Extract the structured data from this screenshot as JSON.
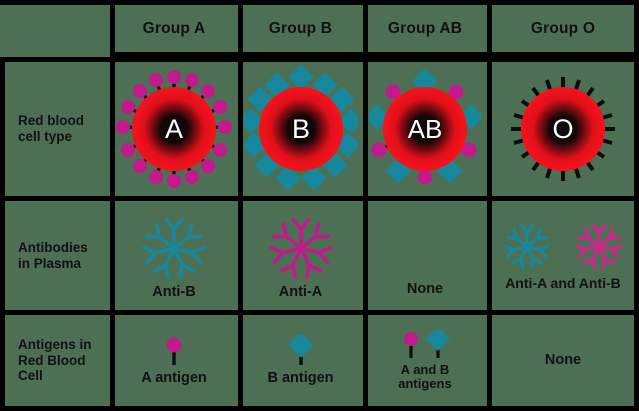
{
  "table": {
    "corner_label": "",
    "columns": [
      {
        "id": "a",
        "header": "Group A"
      },
      {
        "id": "b",
        "header": "Group B"
      },
      {
        "id": "ab",
        "header": "Group AB"
      },
      {
        "id": "o",
        "header": "Group O"
      }
    ],
    "rows": [
      {
        "id": "rbc",
        "label": "Red blood\ncell type"
      },
      {
        "id": "antibodies",
        "label": "Antibodies\nin Plasma"
      },
      {
        "id": "antigens",
        "label": "Antigens in\nRed Blood\nCell"
      }
    ]
  },
  "cells": {
    "rbc": {
      "a": {
        "cell_letter": "A",
        "antigen_type": "circle-magenta",
        "spike_count": 18
      },
      "b": {
        "cell_letter": "B",
        "antigen_type": "diamond-teal",
        "spike_count": 16
      },
      "ab": {
        "cell_letter": "AB",
        "antigen_type": "alternating",
        "spike_count": 12
      },
      "o": {
        "cell_letter": "O",
        "antigen_type": "none",
        "spike_count": 20
      }
    },
    "antibodies": {
      "a": {
        "caption": "Anti-B",
        "clusters": [
          "teal"
        ]
      },
      "b": {
        "caption": "Anti-A",
        "clusters": [
          "magenta"
        ]
      },
      "ab": {
        "caption": "None",
        "clusters": []
      },
      "o": {
        "caption": "Anti-A and Anti-B",
        "clusters": [
          "teal",
          "magenta"
        ]
      }
    },
    "antigens": {
      "a": {
        "caption": "A antigen",
        "markers": [
          "circle-magenta"
        ]
      },
      "b": {
        "caption": "B antigen",
        "markers": [
          "diamond-teal"
        ]
      },
      "ab": {
        "caption": "A and B\nantigens",
        "markers": [
          "circle-magenta",
          "diamond-teal"
        ]
      },
      "o": {
        "caption": "None",
        "markers": []
      }
    }
  },
  "colors": {
    "background": "#4d7055",
    "grid": "#000000",
    "cell_rim": "#f5121d",
    "cell_core": "#0d0d0d",
    "antigen_a": "#c21a8c",
    "antigen_b": "#17879b",
    "antibody_a": "#c21a8c",
    "antibody_b": "#17879b",
    "letter": "#ffffff",
    "text": "#111111"
  }
}
